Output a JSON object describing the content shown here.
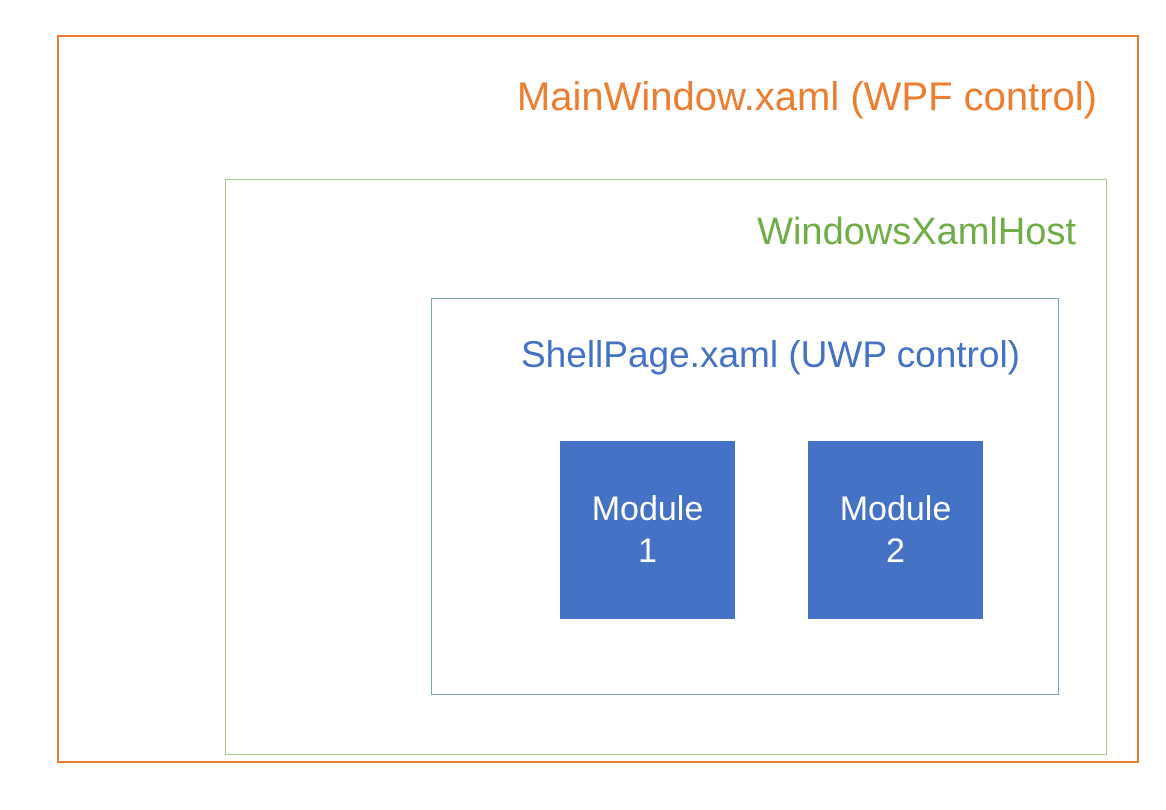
{
  "diagram": {
    "title": "MainWindow.xaml (WPF control)",
    "layers": {
      "outer": {
        "label": "MainWindow.xaml (WPF control)",
        "border_color": "#ED7D31",
        "text_color": "#ED7D31"
      },
      "middle": {
        "label": "WindowsXamlHost",
        "border_color": "#A9C98A",
        "text_color": "#70AD47"
      },
      "inner": {
        "label": "ShellPage.xaml (UWP control)",
        "border_color": "#7DA0D4",
        "text_color": "#4472C4"
      }
    },
    "modules": [
      {
        "label": "Module\n1",
        "name": "Module 1",
        "fill_color": "#4472C4",
        "text_color": "#FFFFFF"
      },
      {
        "label": "Module\n2",
        "name": "Module 2",
        "fill_color": "#4472C4",
        "text_color": "#FFFFFF"
      }
    ],
    "background_color": "#FFFFFF"
  }
}
